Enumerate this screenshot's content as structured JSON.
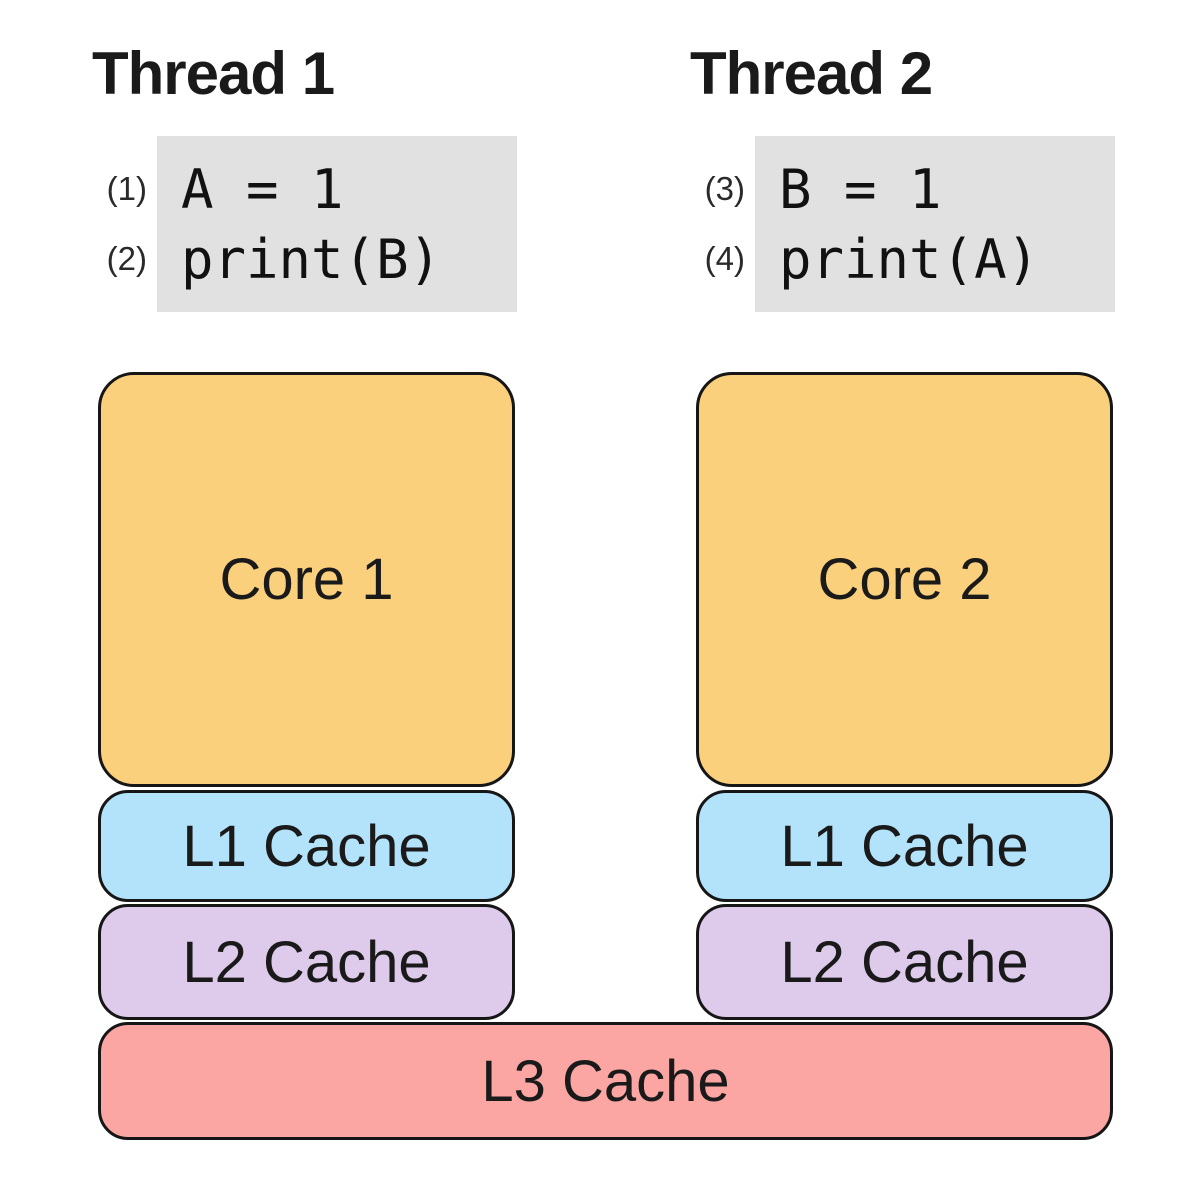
{
  "threads": [
    {
      "title": "Thread 1",
      "lines": [
        {
          "num": "(1)",
          "code": "A = 1"
        },
        {
          "num": "(2)",
          "code": "print(B)"
        }
      ]
    },
    {
      "title": "Thread 2",
      "lines": [
        {
          "num": "(3)",
          "code": "B = 1"
        },
        {
          "num": "(4)",
          "code": "print(A)"
        }
      ]
    }
  ],
  "cores": [
    {
      "label": "Core 1",
      "l1": "L1 Cache",
      "l2": "L2 Cache"
    },
    {
      "label": "Core 2",
      "l1": "L1 Cache",
      "l2": "L2 Cache"
    }
  ],
  "shared_cache_label": "L3 Cache",
  "colors": {
    "core": "#FBD07C",
    "l1": "#B3E3FA",
    "l2": "#DECBEC",
    "l3": "#FCA6A4",
    "code_bg": "#E1E1E1",
    "border": "#161616"
  }
}
